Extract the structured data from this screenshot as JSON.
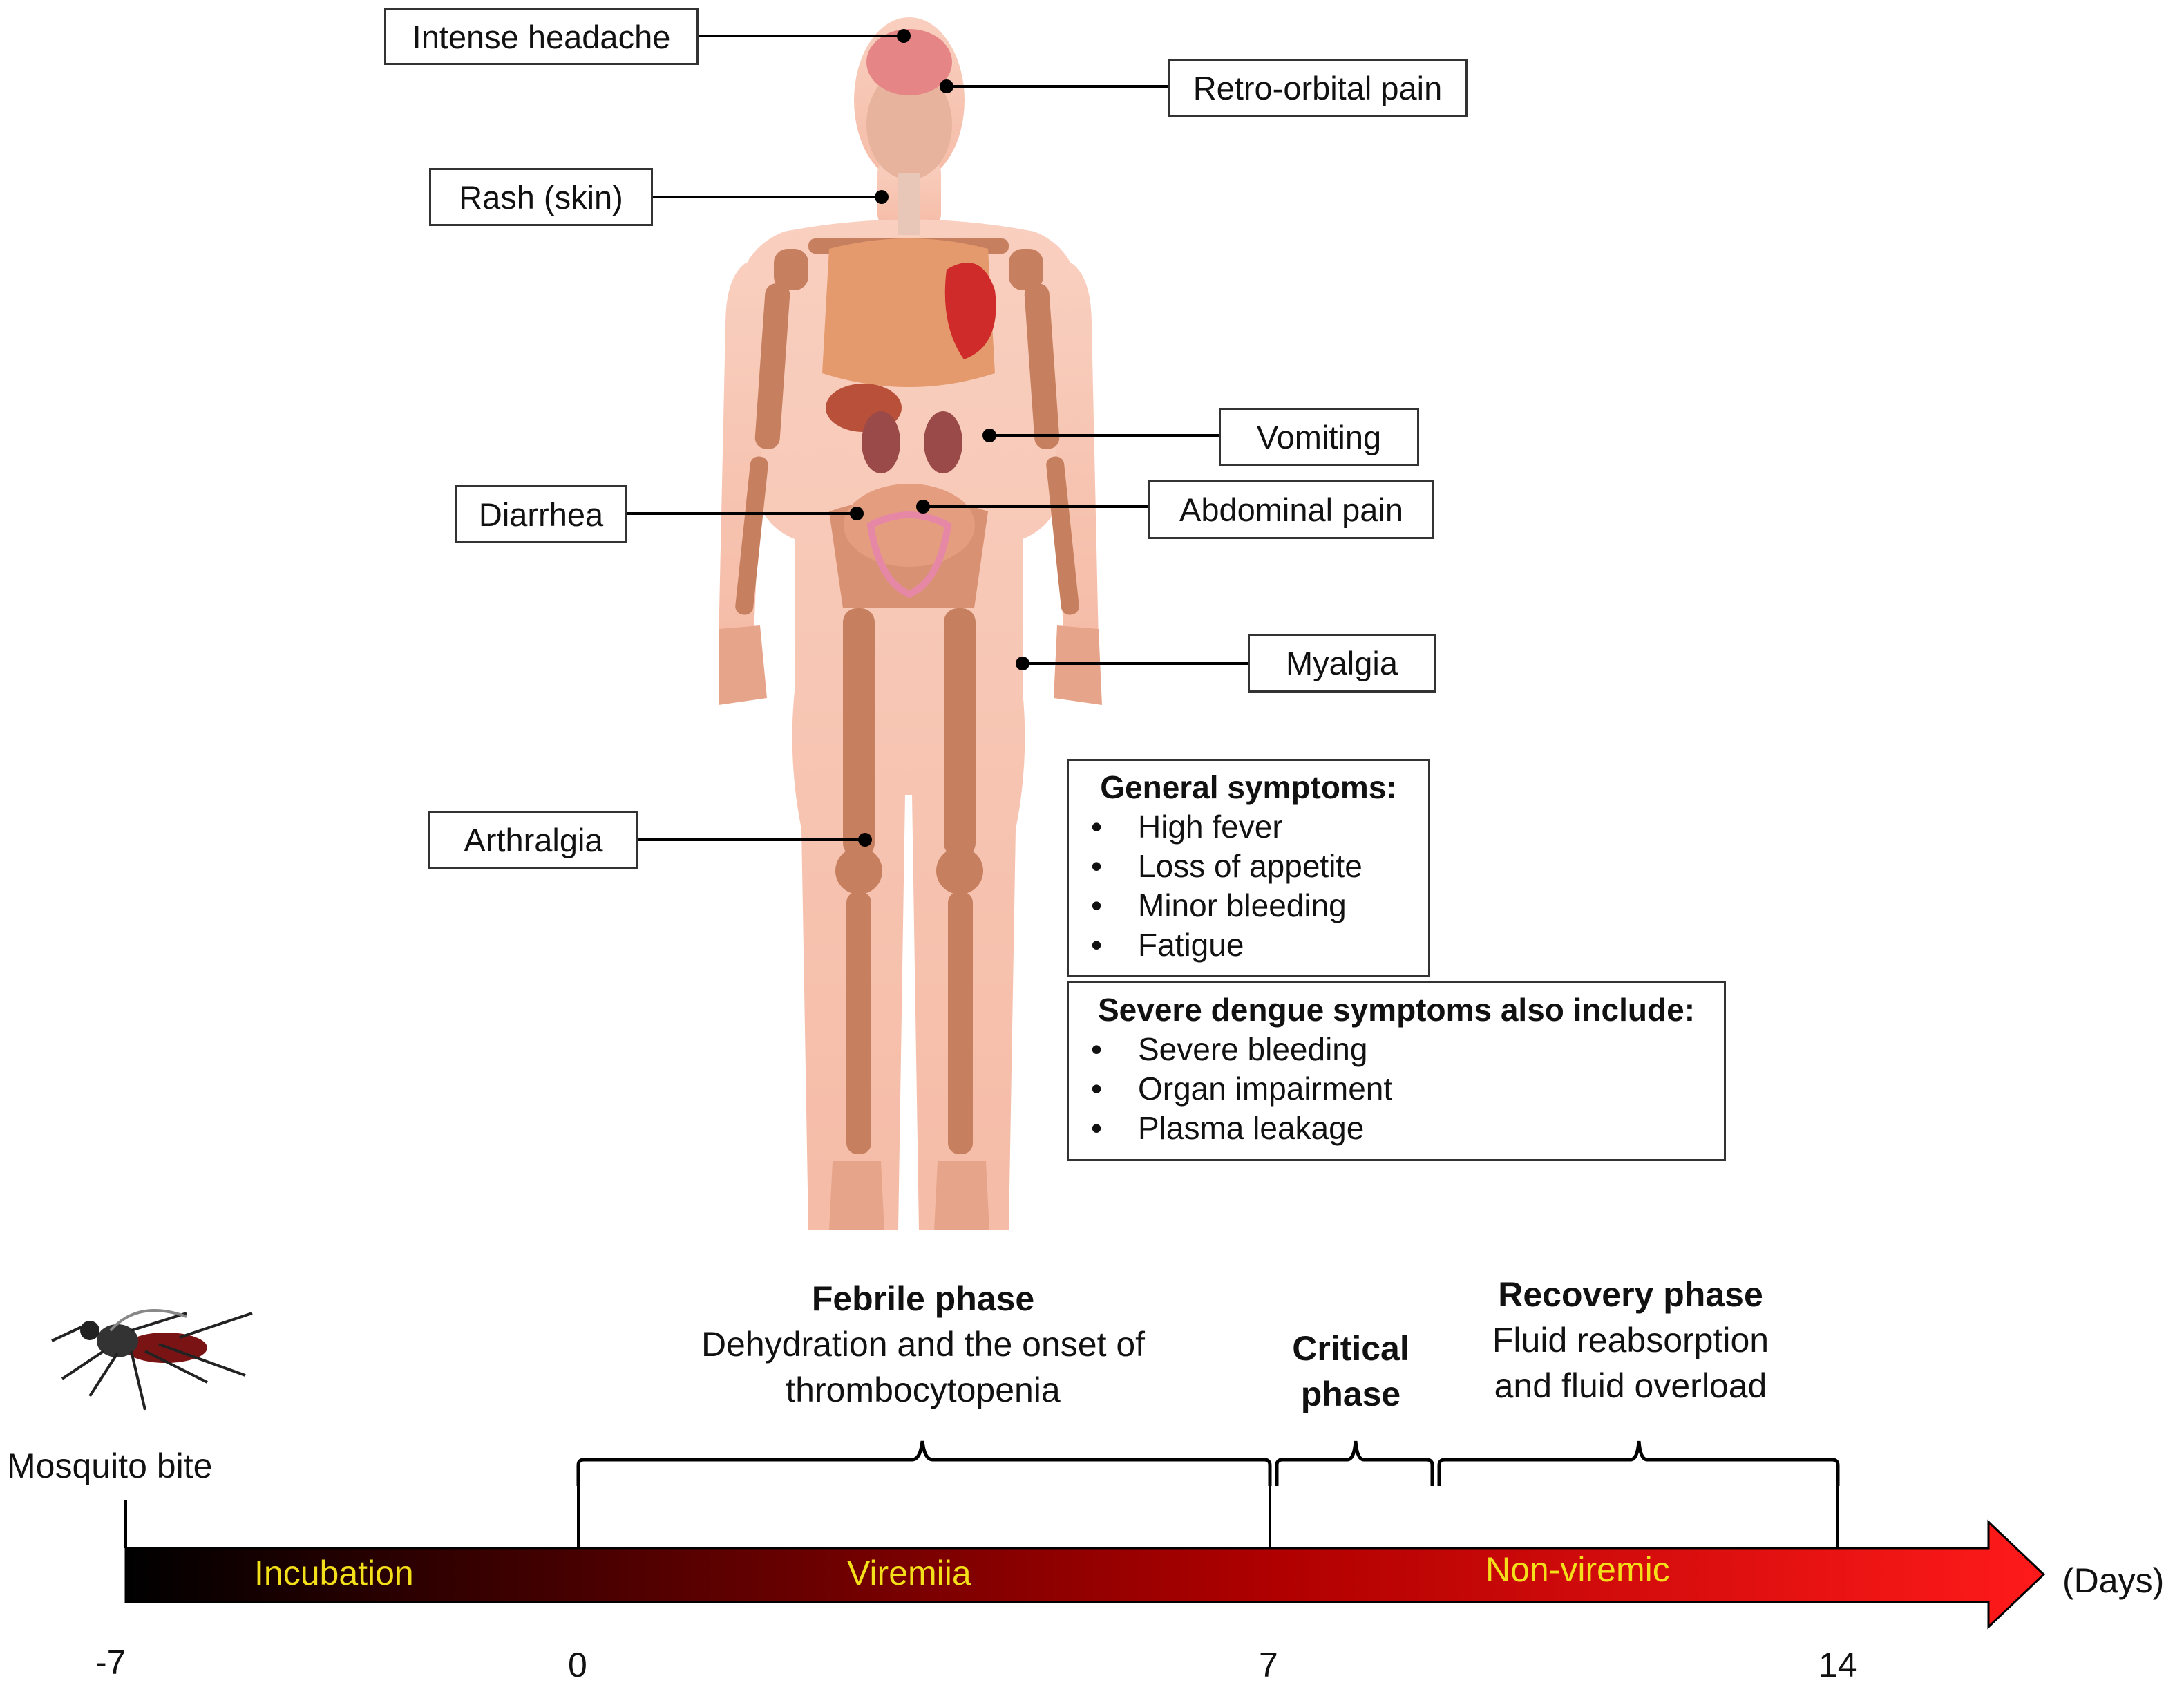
{
  "symptom_labels": {
    "intense_headache": "Intense headache",
    "retro_orbital_pain": "Retro-orbital pain",
    "rash": "Rash (skin)",
    "vomiting": "Vomiting",
    "diarrhea": "Diarrhea",
    "abdominal_pain": "Abdominal pain",
    "myalgia": "Myalgia",
    "arthralgia": "Arthralgia"
  },
  "general_symptoms": {
    "heading": "General symptoms:",
    "items": [
      "High fever",
      "Loss of appetite",
      "Minor bleeding",
      "Fatigue"
    ]
  },
  "severe_symptoms": {
    "heading": "Severe dengue symptoms also include:",
    "items": [
      "Severe bleeding",
      "Organ impairment",
      "Plasma leakage"
    ]
  },
  "phases": {
    "febrile": {
      "title": "Febrile phase",
      "line1": "Dehydration and the onset of",
      "line2": "thrombocytopenia"
    },
    "critical": {
      "line1": "Critical",
      "line2": "phase"
    },
    "recovery": {
      "title": "Recovery phase",
      "line1": "Fluid reabsorption",
      "line2": "and fluid overload"
    }
  },
  "timeline": {
    "event_label": "Mosquito bite",
    "unit_label": "(Days)",
    "segments": [
      "Incubation",
      "Viremiia",
      "Non-viremic"
    ],
    "ticks": [
      "-7",
      "0",
      "7",
      "14"
    ]
  },
  "colors": {
    "arrow_start": "#000000",
    "arrow_mid": "#8a0000",
    "arrow_end": "#ff1a1a",
    "segment_text": "#f4e01a",
    "body_skin": "#f6c3b0",
    "bone": "#c77a5a"
  }
}
